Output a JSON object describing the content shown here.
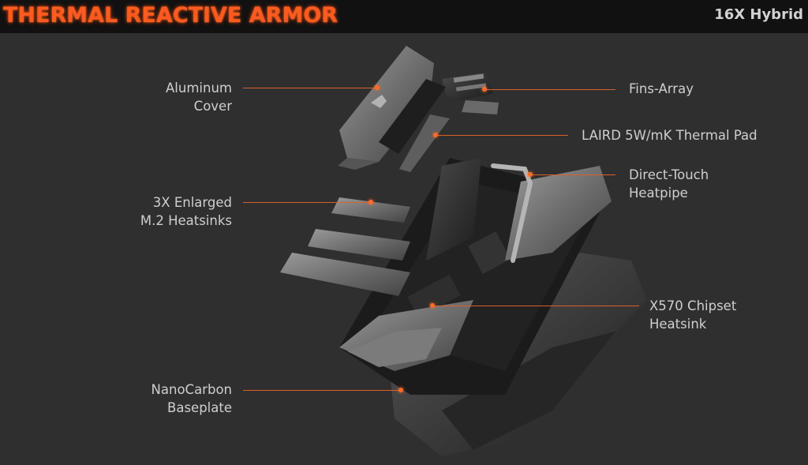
{
  "header": {
    "title": "THERMAL REACTIVE ARMOR",
    "subtitle": "16X Hybrid"
  },
  "callouts": {
    "aluminum_cover": [
      "Aluminum",
      "Cover"
    ],
    "fins_array": [
      "Fins-Array"
    ],
    "thermal_pad": [
      "LAIRD 5W/mK Thermal Pad"
    ],
    "heatpipe": [
      "Direct-Touch",
      "Heatpipe"
    ],
    "m2_heatsinks": [
      "3X Enlarged",
      "M.2 Heatsinks"
    ],
    "chipset_heatsink": [
      "X570 Chipset",
      "Heatsink"
    ],
    "baseplate": [
      "NanoCarbon",
      "Baseplate"
    ]
  },
  "colors": {
    "background": "#2f2f2f",
    "header_bar": "#111111",
    "accent_orange": "#ff5a1f",
    "label_text": "#cfcfcf"
  }
}
